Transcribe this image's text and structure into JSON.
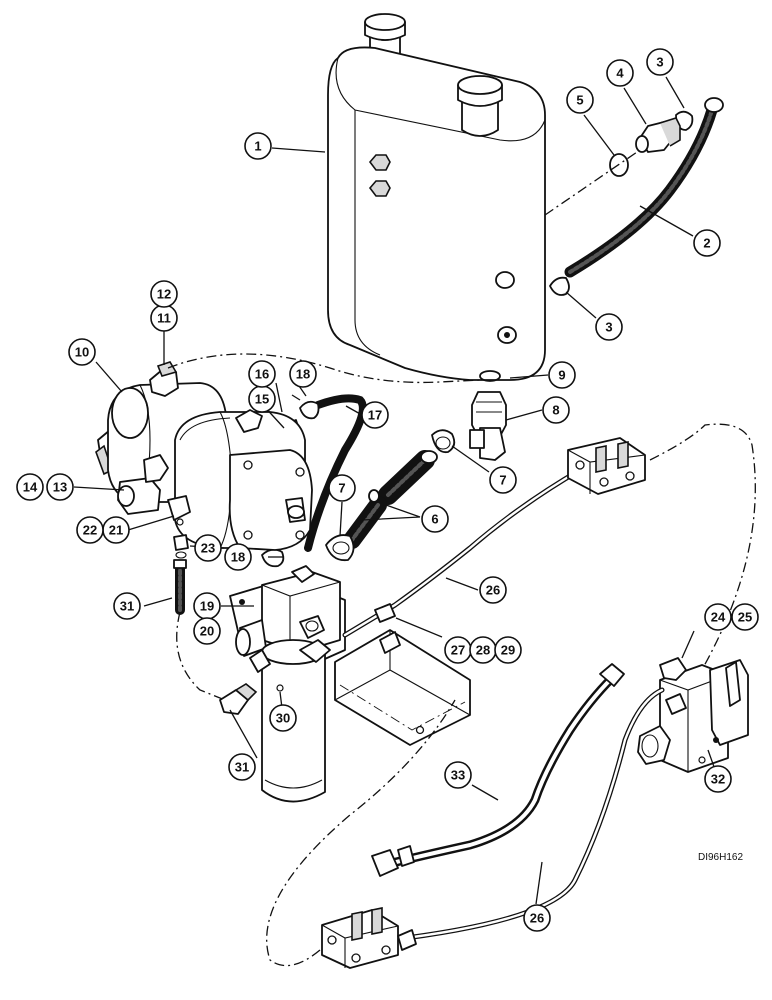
{
  "drawing_code": "DI96H162",
  "callouts": {
    "c1": "1",
    "c2": "2",
    "c3a": "3",
    "c3b": "3",
    "c4": "4",
    "c5": "5",
    "c6": "6",
    "c7a": "7",
    "c7b": "7",
    "c8": "8",
    "c9": "9",
    "c10": "10",
    "c11": "11",
    "c12": "12",
    "c13": "13",
    "c14": "14",
    "c15": "15",
    "c16": "16",
    "c17": "17",
    "c18a": "18",
    "c18b": "18",
    "c19": "19",
    "c20": "20",
    "c21": "21",
    "c22": "22",
    "c23": "23",
    "c24": "24",
    "c25": "25",
    "c26a": "26",
    "c26b": "26",
    "c27": "27",
    "c28": "28",
    "c29": "29",
    "c30": "30",
    "c31a": "31",
    "c31b": "31",
    "c32": "32",
    "c33": "33"
  }
}
